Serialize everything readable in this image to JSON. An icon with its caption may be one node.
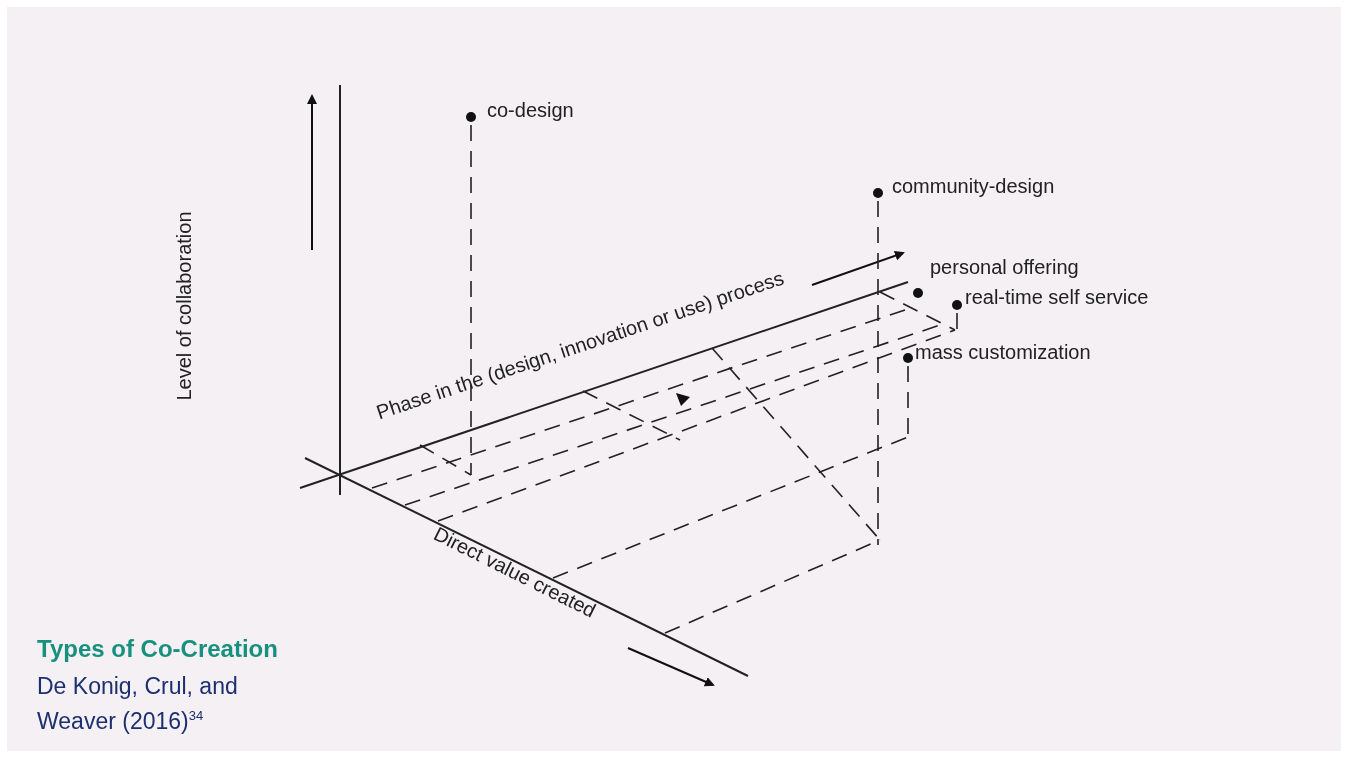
{
  "diagram": {
    "title": "Types of Co-Creation",
    "caption": "De Konig, Crul, and Weaver (2016)$^{34}$",
    "labels": [
      "co-design",
      "community-design",
      "personal offering",
      "real-time self service",
      "mass customization",
      "Level of collaboration",
      "Phase in the (design, innovation or use) process",
      "Direct value created"
    ]
  }
}
